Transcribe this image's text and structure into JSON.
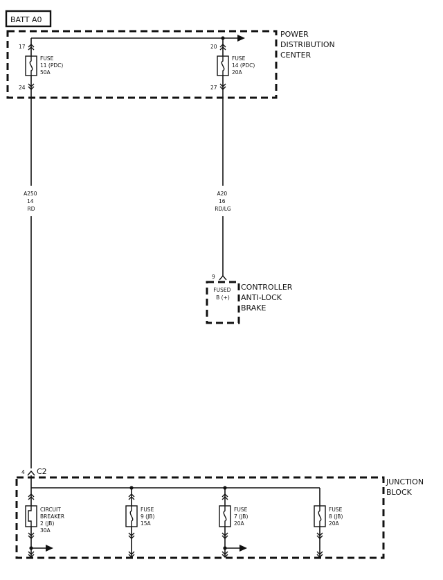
{
  "source": {
    "label": "BATT A0"
  },
  "pdc": {
    "title_lines": [
      "POWER",
      "DISTRIBUTION",
      "CENTER"
    ],
    "fuse11": {
      "pin_in": "17",
      "pin_out": "24",
      "lines": [
        "FUSE",
        "11 (PDC)",
        "50A"
      ]
    },
    "fuse14": {
      "pin_in": "20",
      "pin_out": "27",
      "lines": [
        "FUSE",
        "14 (PDC)",
        "20A"
      ]
    }
  },
  "wires": {
    "a250": [
      "A250",
      "14",
      "RD"
    ],
    "a20": [
      "A20",
      "16",
      "RD/LG"
    ]
  },
  "controller": {
    "pin": "9",
    "box_lines": [
      "FUSED",
      "B (+)"
    ],
    "title_lines": [
      "CONTROLLER",
      "ANTI-LOCK",
      "BRAKE"
    ]
  },
  "junction": {
    "pin": "4",
    "connector": "C2",
    "title_lines": [
      "JUNCTION",
      "BLOCK"
    ],
    "devices": [
      {
        "lines": [
          "CIRCUIT",
          "BREAKER",
          "2 (JB)",
          "30A"
        ]
      },
      {
        "lines": [
          "FUSE",
          "9 (JB)",
          "15A"
        ]
      },
      {
        "lines": [
          "FUSE",
          "7 (JB)",
          "20A"
        ]
      },
      {
        "lines": [
          "FUSE",
          "8 (JB)",
          "20A"
        ]
      }
    ]
  }
}
